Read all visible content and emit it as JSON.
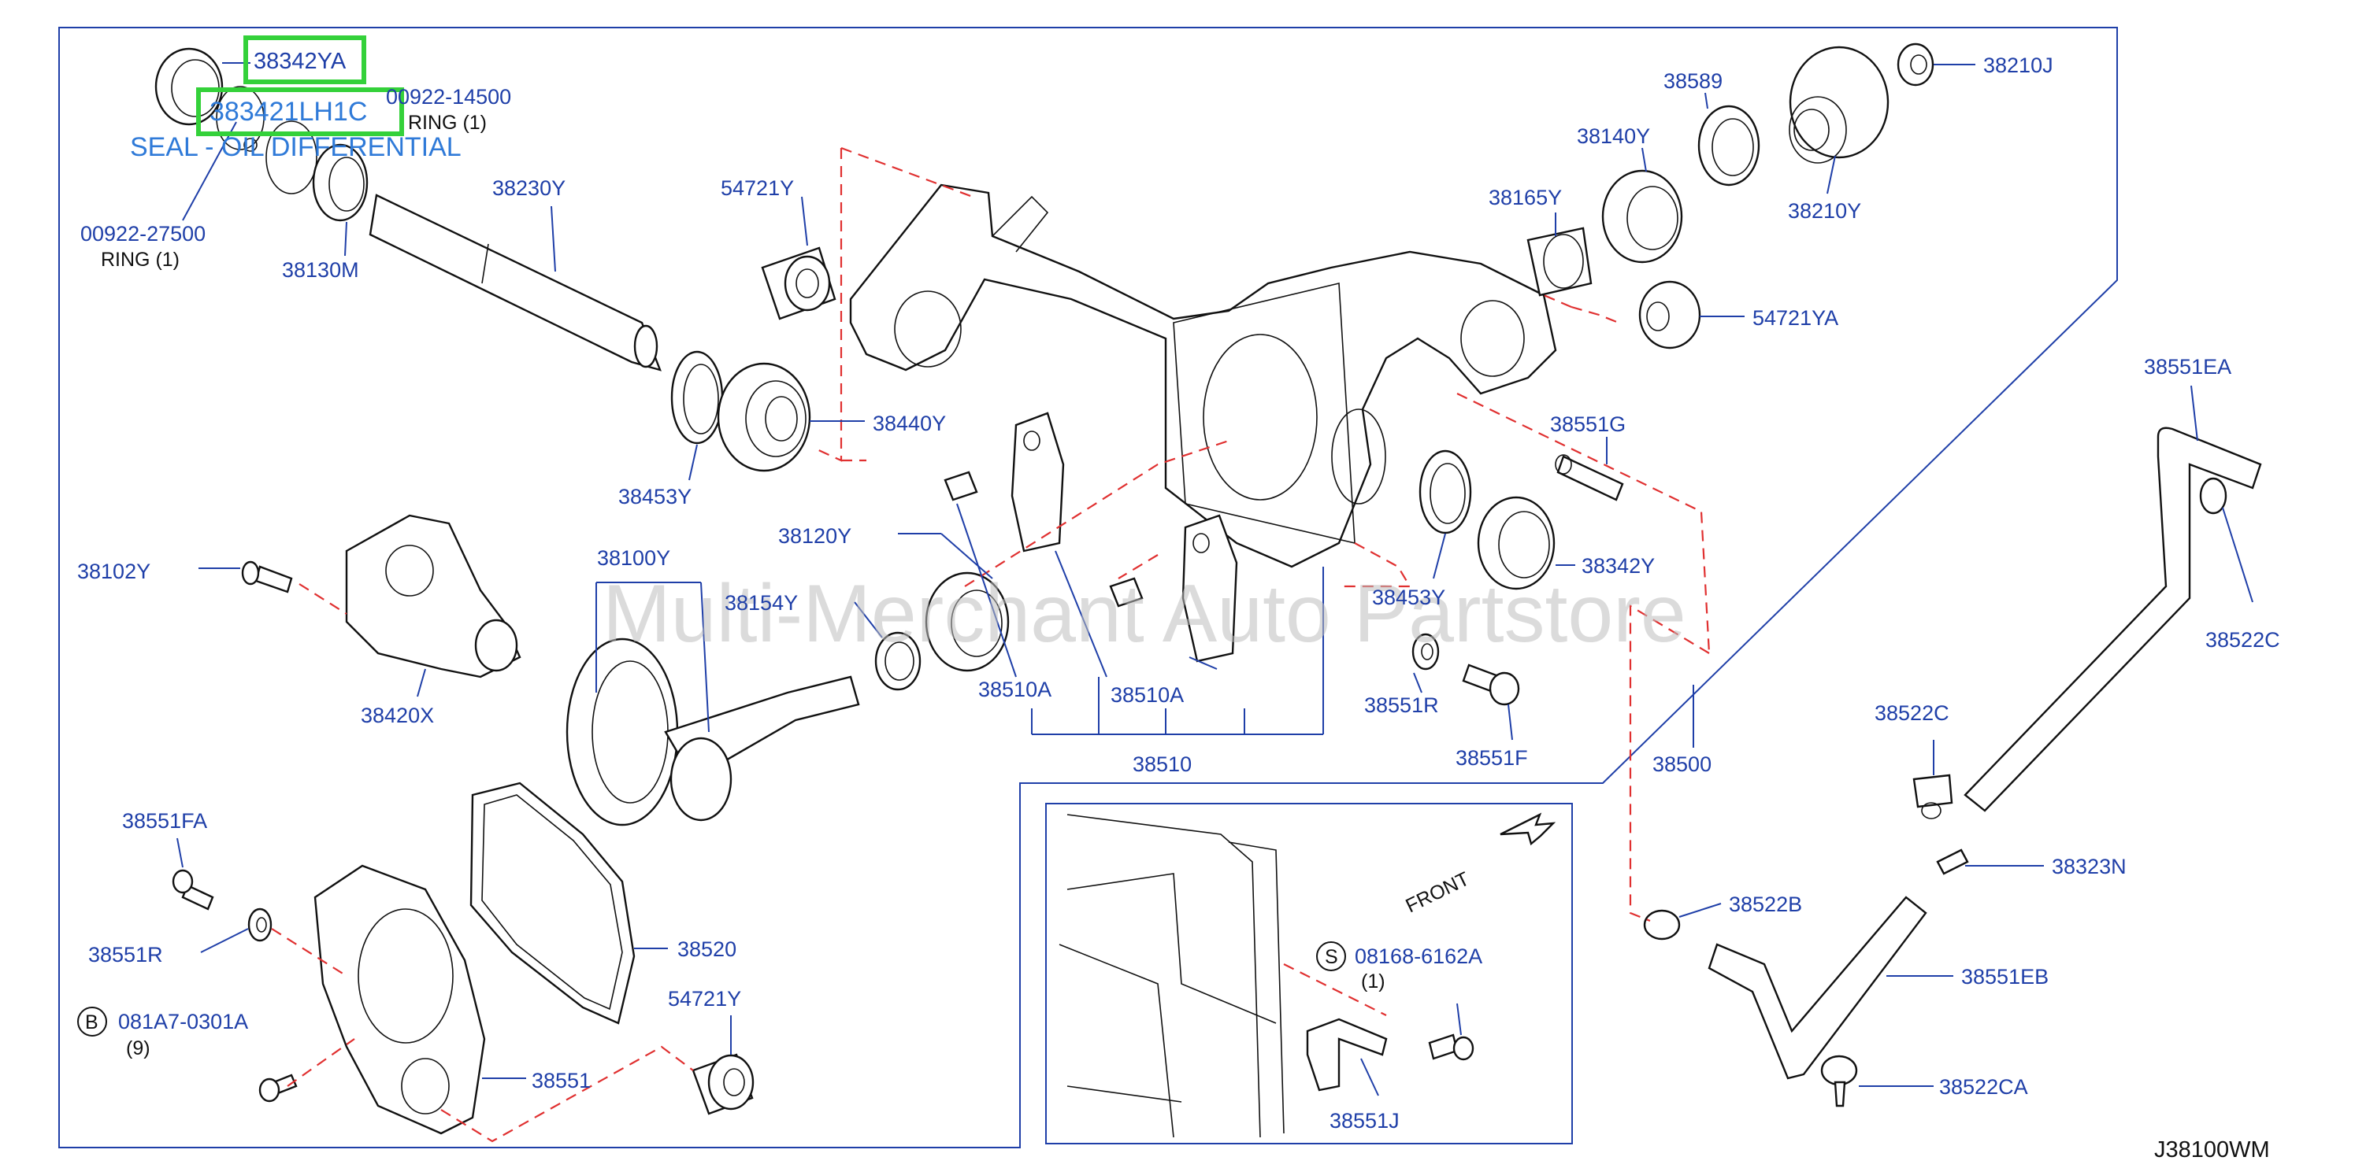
{
  "diagram_code": "J38100WM",
  "watermark": "Multi-Merchant Auto Partstore",
  "highlight": {
    "primary_label": "38342YA",
    "secondary_label": "383421LH1C",
    "description": "SEAL - OIL DIFFERENTIAL"
  },
  "notes": {
    "ring_14500_code": "00922-14500",
    "ring_14500_text": "RING   (1)",
    "ring_27500_code": "00922-27500",
    "ring_27500_text": "RING   (1)",
    "bolt_b_code": "081A7-0301A",
    "bolt_b_qty": "(9)",
    "bolt_b_symbol": "B",
    "bolt_s_code": "08168-6162A",
    "bolt_s_qty": "(1)",
    "bolt_s_symbol": "S",
    "front": "FRONT"
  },
  "labels": {
    "p38230Y": "38230Y",
    "p38130M": "38130M",
    "p54721Y_top": "54721Y",
    "p38440Y": "38440Y",
    "p38453Y_left": "38453Y",
    "p38589": "38589",
    "p38210J": "38210J",
    "p38140Y": "38140Y",
    "p38165Y": "38165Y",
    "p38210Y": "38210Y",
    "p54721YA": "54721YA",
    "p38551EA": "38551EA",
    "p38551G": "38551G",
    "p38522C_right": "38522C",
    "p38102Y": "38102Y",
    "p38100Y": "38100Y",
    "p38120Y": "38120Y",
    "p38154Y": "38154Y",
    "p38420X": "38420X",
    "p38510A_left": "38510A",
    "p38510A_right": "38510A",
    "p38510": "38510",
    "p38453Y_right": "38453Y",
    "p38342Y": "38342Y",
    "p38551R_right": "38551R",
    "p38551F": "38551F",
    "p38500": "38500",
    "p38522C_mid": "38522C",
    "p38323N": "38323N",
    "p38522B": "38522B",
    "p38551EB": "38551EB",
    "p38522CA": "38522CA",
    "p38551FA": "38551FA",
    "p38551R_left": "38551R",
    "p38520": "38520",
    "p54721Y_bottom": "54721Y",
    "p38551": "38551",
    "p38551J": "38551J"
  },
  "colors": {
    "label_blue": "#1f3fa8",
    "leader_dash_red": "#e03030",
    "highlight_green": "#34d13a",
    "description_blue": "#2f7ad8"
  }
}
